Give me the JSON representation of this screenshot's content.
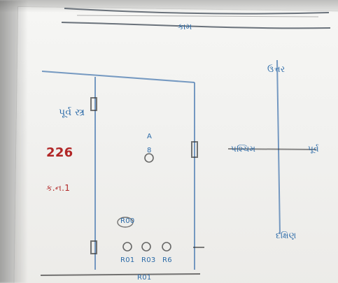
{
  "photo": {
    "top_band_label": "કામ",
    "building": {
      "label_top_left": "પૂર્વ સ્ત્ર",
      "number": "226",
      "tag_left": "ક.ન.1",
      "node_top": "A",
      "label_center_circle": "8",
      "bottom_labels": [
        "R01",
        "R03",
        "R6"
      ],
      "bottom_text_left": "R00",
      "bottom_text_mid": "R01"
    },
    "compass": {
      "north": "ઉત્તર",
      "south": "દક્ષિણ",
      "east": "પૂર્વ",
      "west": "પશ્ચિમ"
    }
  }
}
